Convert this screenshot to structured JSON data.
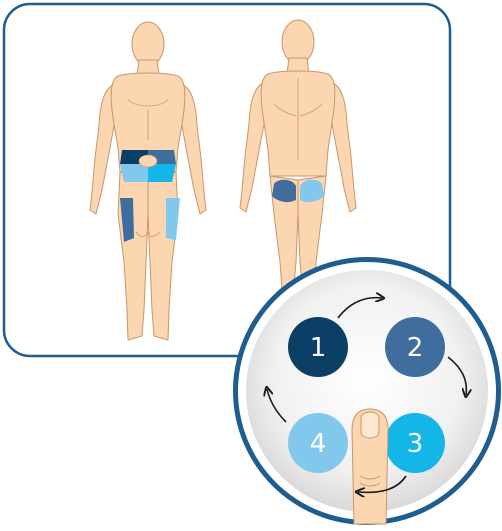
{
  "figure": {
    "views": [
      "front",
      "back"
    ],
    "injection_zones": [
      {
        "number": "1",
        "color": "#0c3f66"
      },
      {
        "number": "2",
        "color": "#3f6e9e"
      },
      {
        "number": "3",
        "color": "#13b6e6"
      },
      {
        "number": "4",
        "color": "#82c7ec"
      }
    ],
    "rotation_direction": "clockwise",
    "colors": {
      "skin": "#fbd6b0",
      "skin_outline": "#c9956a",
      "frame": "#1f5c8f",
      "arrow": "#1a1a1a"
    }
  }
}
